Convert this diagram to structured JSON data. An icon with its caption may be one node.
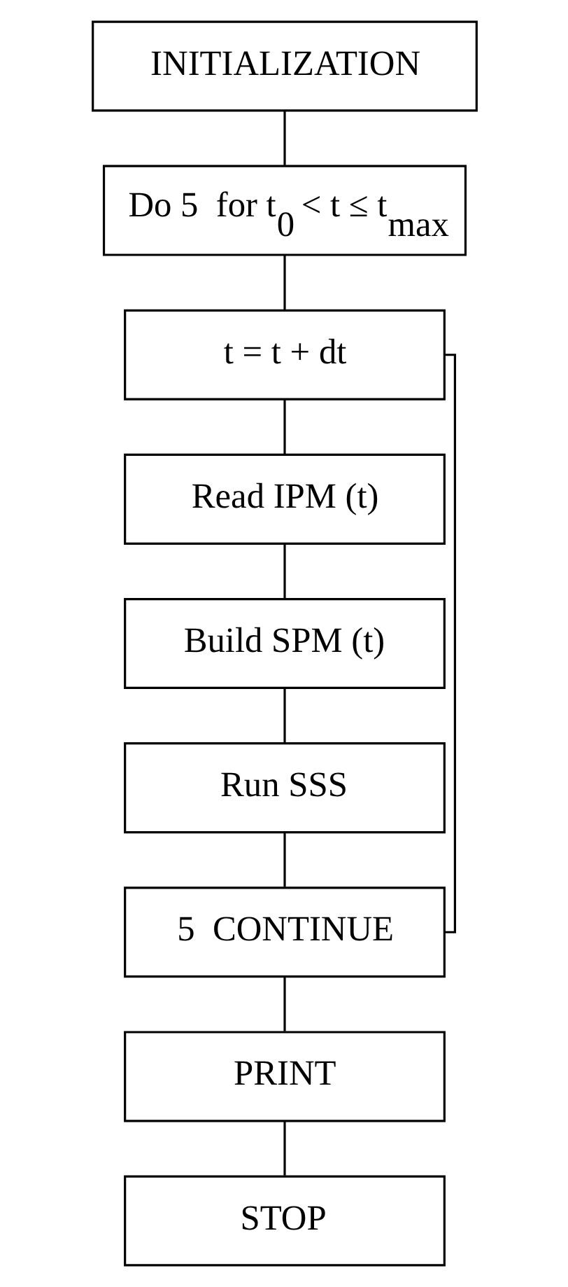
{
  "diagram": {
    "nodes": [
      {
        "text": [
          "INITIALIZATION"
        ]
      },
      {
        "text": [
          "Do 5  for t$_{0}$ < t ≤ t$_{max}$"
        ]
      },
      {
        "text": [
          "t = t + dt"
        ]
      },
      {
        "text": [
          "Read IPM (t)"
        ]
      },
      {
        "text": [
          "Build SPM (t)"
        ]
      },
      {
        "text": [
          "Run SSS"
        ]
      },
      {
        "text": [
          "5  CONTINUE"
        ]
      },
      {
        "text": [
          "PRINT"
        ]
      },
      {
        "text": [
          "STOP"
        ]
      }
    ],
    "edges": [
      {
        "from": 0,
        "to": 1,
        "arrow": "none"
      },
      {
        "from": 1,
        "to": 2,
        "arrow": "none"
      },
      {
        "from": 2,
        "to": 3,
        "arrow": "none"
      },
      {
        "from": 3,
        "to": 4,
        "arrow": "none"
      },
      {
        "from": 4,
        "to": 5,
        "arrow": "none"
      },
      {
        "from": 5,
        "to": 6,
        "arrow": "none"
      },
      {
        "from": 6,
        "to": 7,
        "arrow": "none"
      },
      {
        "from": 7,
        "to": 8,
        "arrow": "none"
      },
      {
        "from": 6,
        "to": 2,
        "arrow": "none"
      }
    ]
  }
}
